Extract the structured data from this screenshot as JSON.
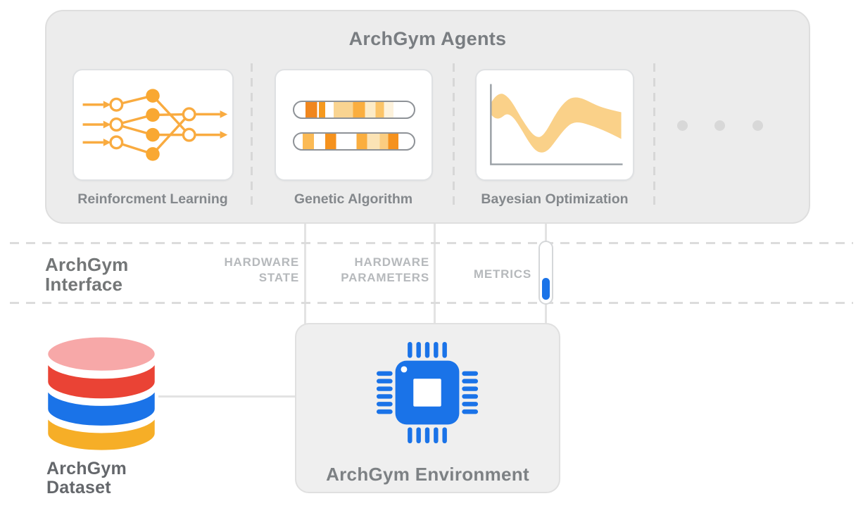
{
  "diagram": {
    "agents": {
      "title": "ArchGym Agents",
      "cards": [
        {
          "label": "Reinforcment Learning"
        },
        {
          "label": "Genetic Algorithm"
        },
        {
          "label": "Bayesian Optimization"
        }
      ]
    },
    "interface": {
      "title_line1": "ArchGym",
      "title_line2": "Interface",
      "channels": [
        {
          "line1": "HARDWARE",
          "line2": "STATE"
        },
        {
          "line1": "HARDWARE",
          "line2": "PARAMETERS"
        },
        {
          "line1": "METRICS",
          "line2": ""
        }
      ]
    },
    "environment": {
      "title": "ArchGym Environment"
    },
    "dataset": {
      "title_line1": "ArchGym",
      "title_line2": "Dataset"
    },
    "colors": {
      "agent_orange": "#F9AB40",
      "band_yellow": "#FAD189",
      "chip_blue": "#1A73E8",
      "db_pink": "#F7A8A8",
      "db_red": "#EA4335",
      "db_blue": "#1A73E8",
      "db_yellow": "#F6AE27",
      "panel_gray": "#ECECEC",
      "muted_label_gray": "#B6B9BC",
      "title_gray": "#737677"
    }
  }
}
